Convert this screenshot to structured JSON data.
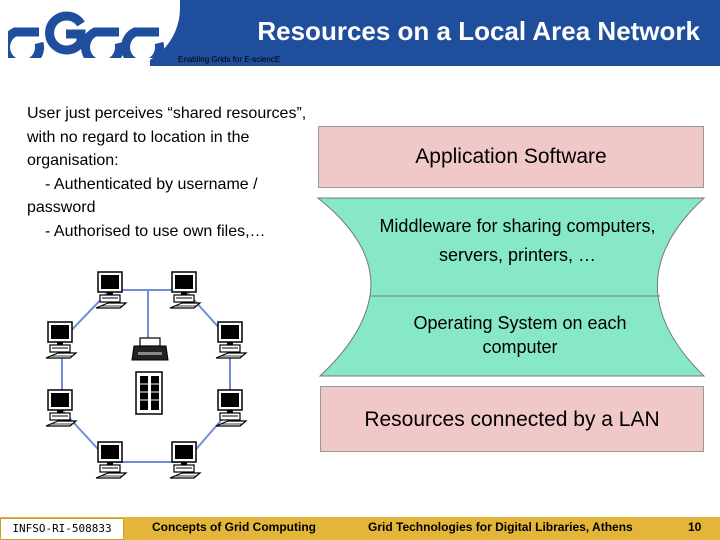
{
  "header": {
    "logo_text": "egee",
    "title": "Resources on a Local Area Network",
    "tagline": "Enabling Grids for E-sciencE"
  },
  "text": {
    "line1": "User just perceives “shared resources”, with no regard to location in the organisation:",
    "line2": "- Authenticated by username / password",
    "line3": "- Authorised to use own files,…"
  },
  "layers": {
    "application": "Application Software",
    "middleware": "Middleware for sharing computers, servers, printers, …",
    "os": "Operating System on each computer",
    "resources": "Resources connected by a LAN"
  },
  "colors": {
    "header_blue": "#1f4e9c",
    "layer_pink": "#f0c8c8",
    "layer_green": "#86e8c4",
    "footer_gold": "#e3b63a"
  },
  "footer": {
    "code": "INFSO-RI-508833",
    "course": "Concepts of Grid Computing",
    "event": "Grid Technologies for Digital Libraries, Athens",
    "page": "10"
  }
}
